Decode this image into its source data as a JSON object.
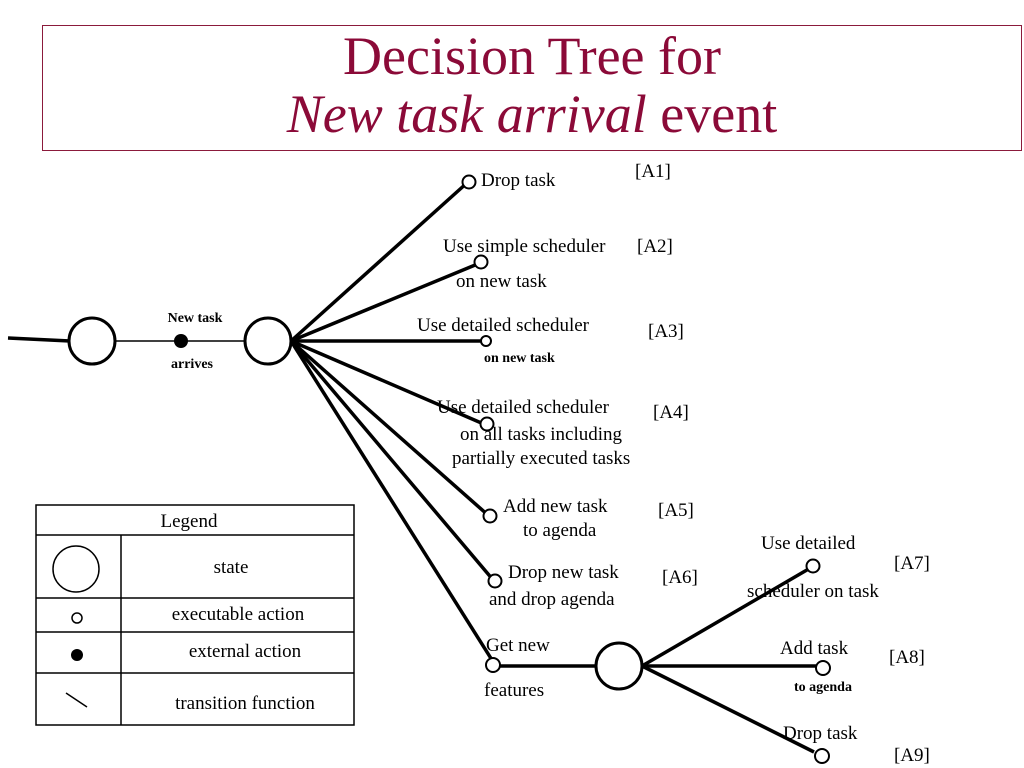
{
  "title": {
    "line1": "Decision Tree for",
    "line2_italic": "New task arrival",
    "line2_rest": " event",
    "color": "#8b0a38"
  },
  "tree": {
    "edge_label_top": "New task",
    "edge_label_bottom": "arrives",
    "actions": [
      {
        "lines": [
          "Drop task"
        ],
        "code": "[A1]"
      },
      {
        "lines": [
          "Use simple scheduler",
          "on new task"
        ],
        "code": "[A2]"
      },
      {
        "lines": [
          "Use detailed scheduler",
          "on new task"
        ],
        "code": "[A3]"
      },
      {
        "lines": [
          "Use detailed scheduler",
          "on all tasks including",
          "partially executed tasks"
        ],
        "code": "[A4]"
      },
      {
        "lines": [
          "Add new task",
          "to agenda"
        ],
        "code": "[A5]"
      },
      {
        "lines": [
          "Drop new task",
          "and drop agenda"
        ],
        "code": "[A6]"
      },
      {
        "lines": [
          "Get new",
          "features"
        ]
      },
      {
        "lines": [
          "Use detailed",
          "scheduler on task"
        ],
        "code": "[A7]"
      },
      {
        "lines": [
          "Add task",
          "to agenda"
        ],
        "code": "[A8]"
      },
      {
        "lines": [
          "Drop task"
        ],
        "code": "[A9]"
      }
    ]
  },
  "legend": {
    "title": "Legend",
    "rows": [
      {
        "icon": "state-circle-icon",
        "label": "state"
      },
      {
        "icon": "executable-action-icon",
        "label": "executable action"
      },
      {
        "icon": "external-action-icon",
        "label": "external action"
      },
      {
        "icon": "transition-line-icon",
        "label": "transition function"
      }
    ]
  }
}
